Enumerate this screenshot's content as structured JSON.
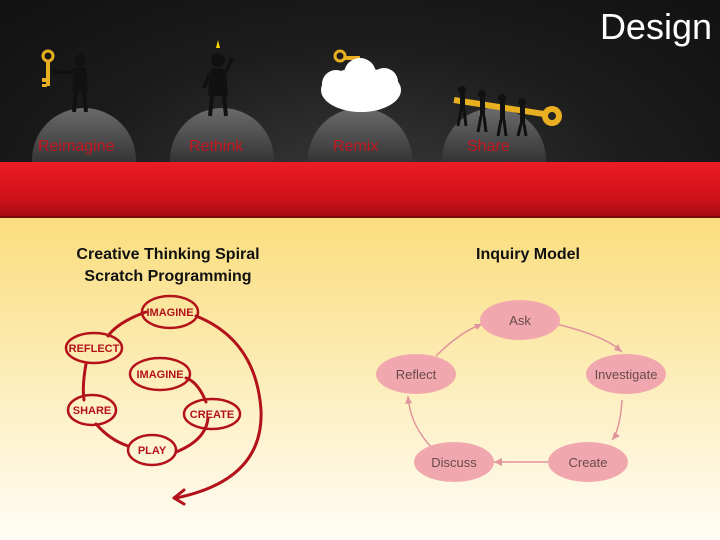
{
  "title": "Design",
  "stages": [
    {
      "label": "Reimagine",
      "icon": "key-figure-icon"
    },
    {
      "label": "Rethink",
      "icon": "thinking-figure-icon"
    },
    {
      "label": "Remix",
      "icon": "cloud-key-icon"
    },
    {
      "label": "Share",
      "icon": "group-carrying-key-icon"
    }
  ],
  "left": {
    "heading_line1": "Creative Thinking Spiral",
    "heading_line2": "Scratch Programming",
    "spiral": [
      "IMAGINE",
      "REFLECT",
      "IMAGINE",
      "SHARE",
      "CREATE",
      "PLAY"
    ]
  },
  "right": {
    "heading": "Inquiry Model",
    "cycle": [
      "Ask",
      "Investigate",
      "Create",
      "Discuss",
      "Reflect"
    ]
  },
  "colors": {
    "accent_red": "#e31b23",
    "cycle_fill": "#f0a8ae",
    "spiral_red": "#b3121b"
  }
}
